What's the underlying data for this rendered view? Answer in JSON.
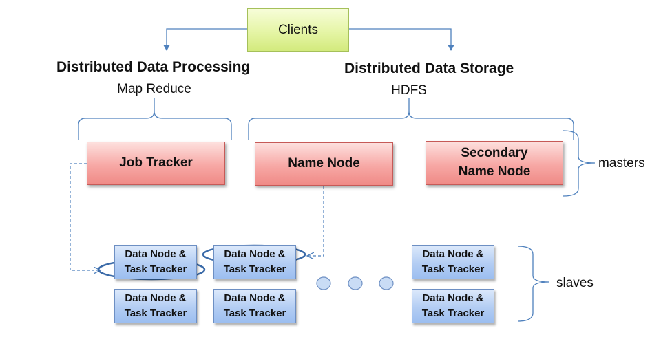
{
  "clients": {
    "label": "Clients"
  },
  "processing": {
    "title": "Distributed Data Processing",
    "subtitle": "Map Reduce"
  },
  "storage": {
    "title": "Distributed Data Storage",
    "subtitle": "HDFS"
  },
  "masters": {
    "job_tracker": "Job Tracker",
    "name_node": "Name Node",
    "secondary_name_node": [
      "Secondary",
      "Name Node"
    ],
    "group_label": "masters"
  },
  "slaves": {
    "node_line1": "Data Node &",
    "node_line2": "Task Tracker",
    "group_label": "slaves"
  },
  "colors": {
    "connector": "#4f81bd",
    "clients_fill": "#e5f5a6",
    "master_fill": "#f7a8a5",
    "slave_fill": "#b3cdf3"
  }
}
